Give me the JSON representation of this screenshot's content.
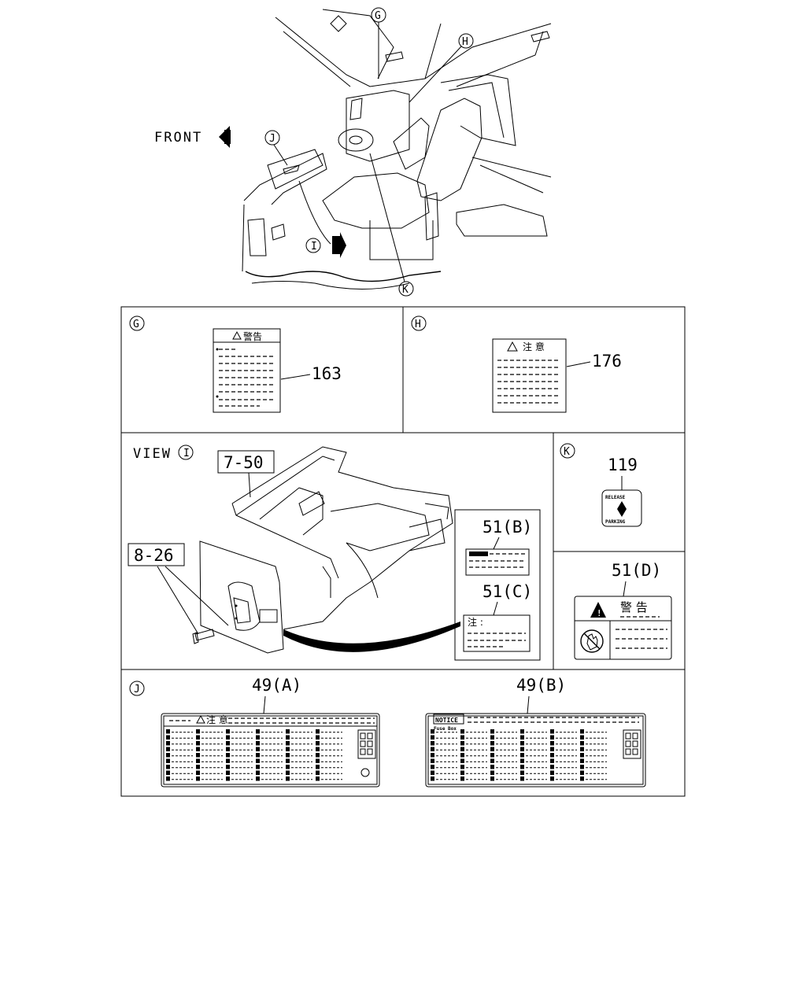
{
  "overview": {
    "front_label": "FRONT",
    "callouts": {
      "g": "G",
      "h": "H",
      "i": "I",
      "j": "J",
      "k": "K"
    }
  },
  "panel_g": {
    "letter": "G",
    "part": "163",
    "label_heading": "警告"
  },
  "panel_h": {
    "letter": "H",
    "part": "176",
    "label_heading": "注 意"
  },
  "panel_i": {
    "view_text": "VIEW",
    "letter": "I",
    "ref_floor": "7-50",
    "ref_bolt": "8-26",
    "part_b": "51(B)",
    "part_c": "51(C)",
    "label_c_heading": "注 :"
  },
  "panel_k": {
    "letter": "K",
    "part": "119",
    "release_text": "RELEASE",
    "parking_text": "PARKING"
  },
  "panel_d": {
    "part": "51(D)",
    "label_heading": "警 告"
  },
  "panel_j": {
    "letter": "J",
    "part_a": "49(A)",
    "part_b": "49(B)",
    "label_a_heading": "注 意",
    "label_b_notice": "NOTICE",
    "label_b_sub": "Fuse Box"
  },
  "colors": {
    "line": "#000000",
    "background": "#ffffff"
  }
}
